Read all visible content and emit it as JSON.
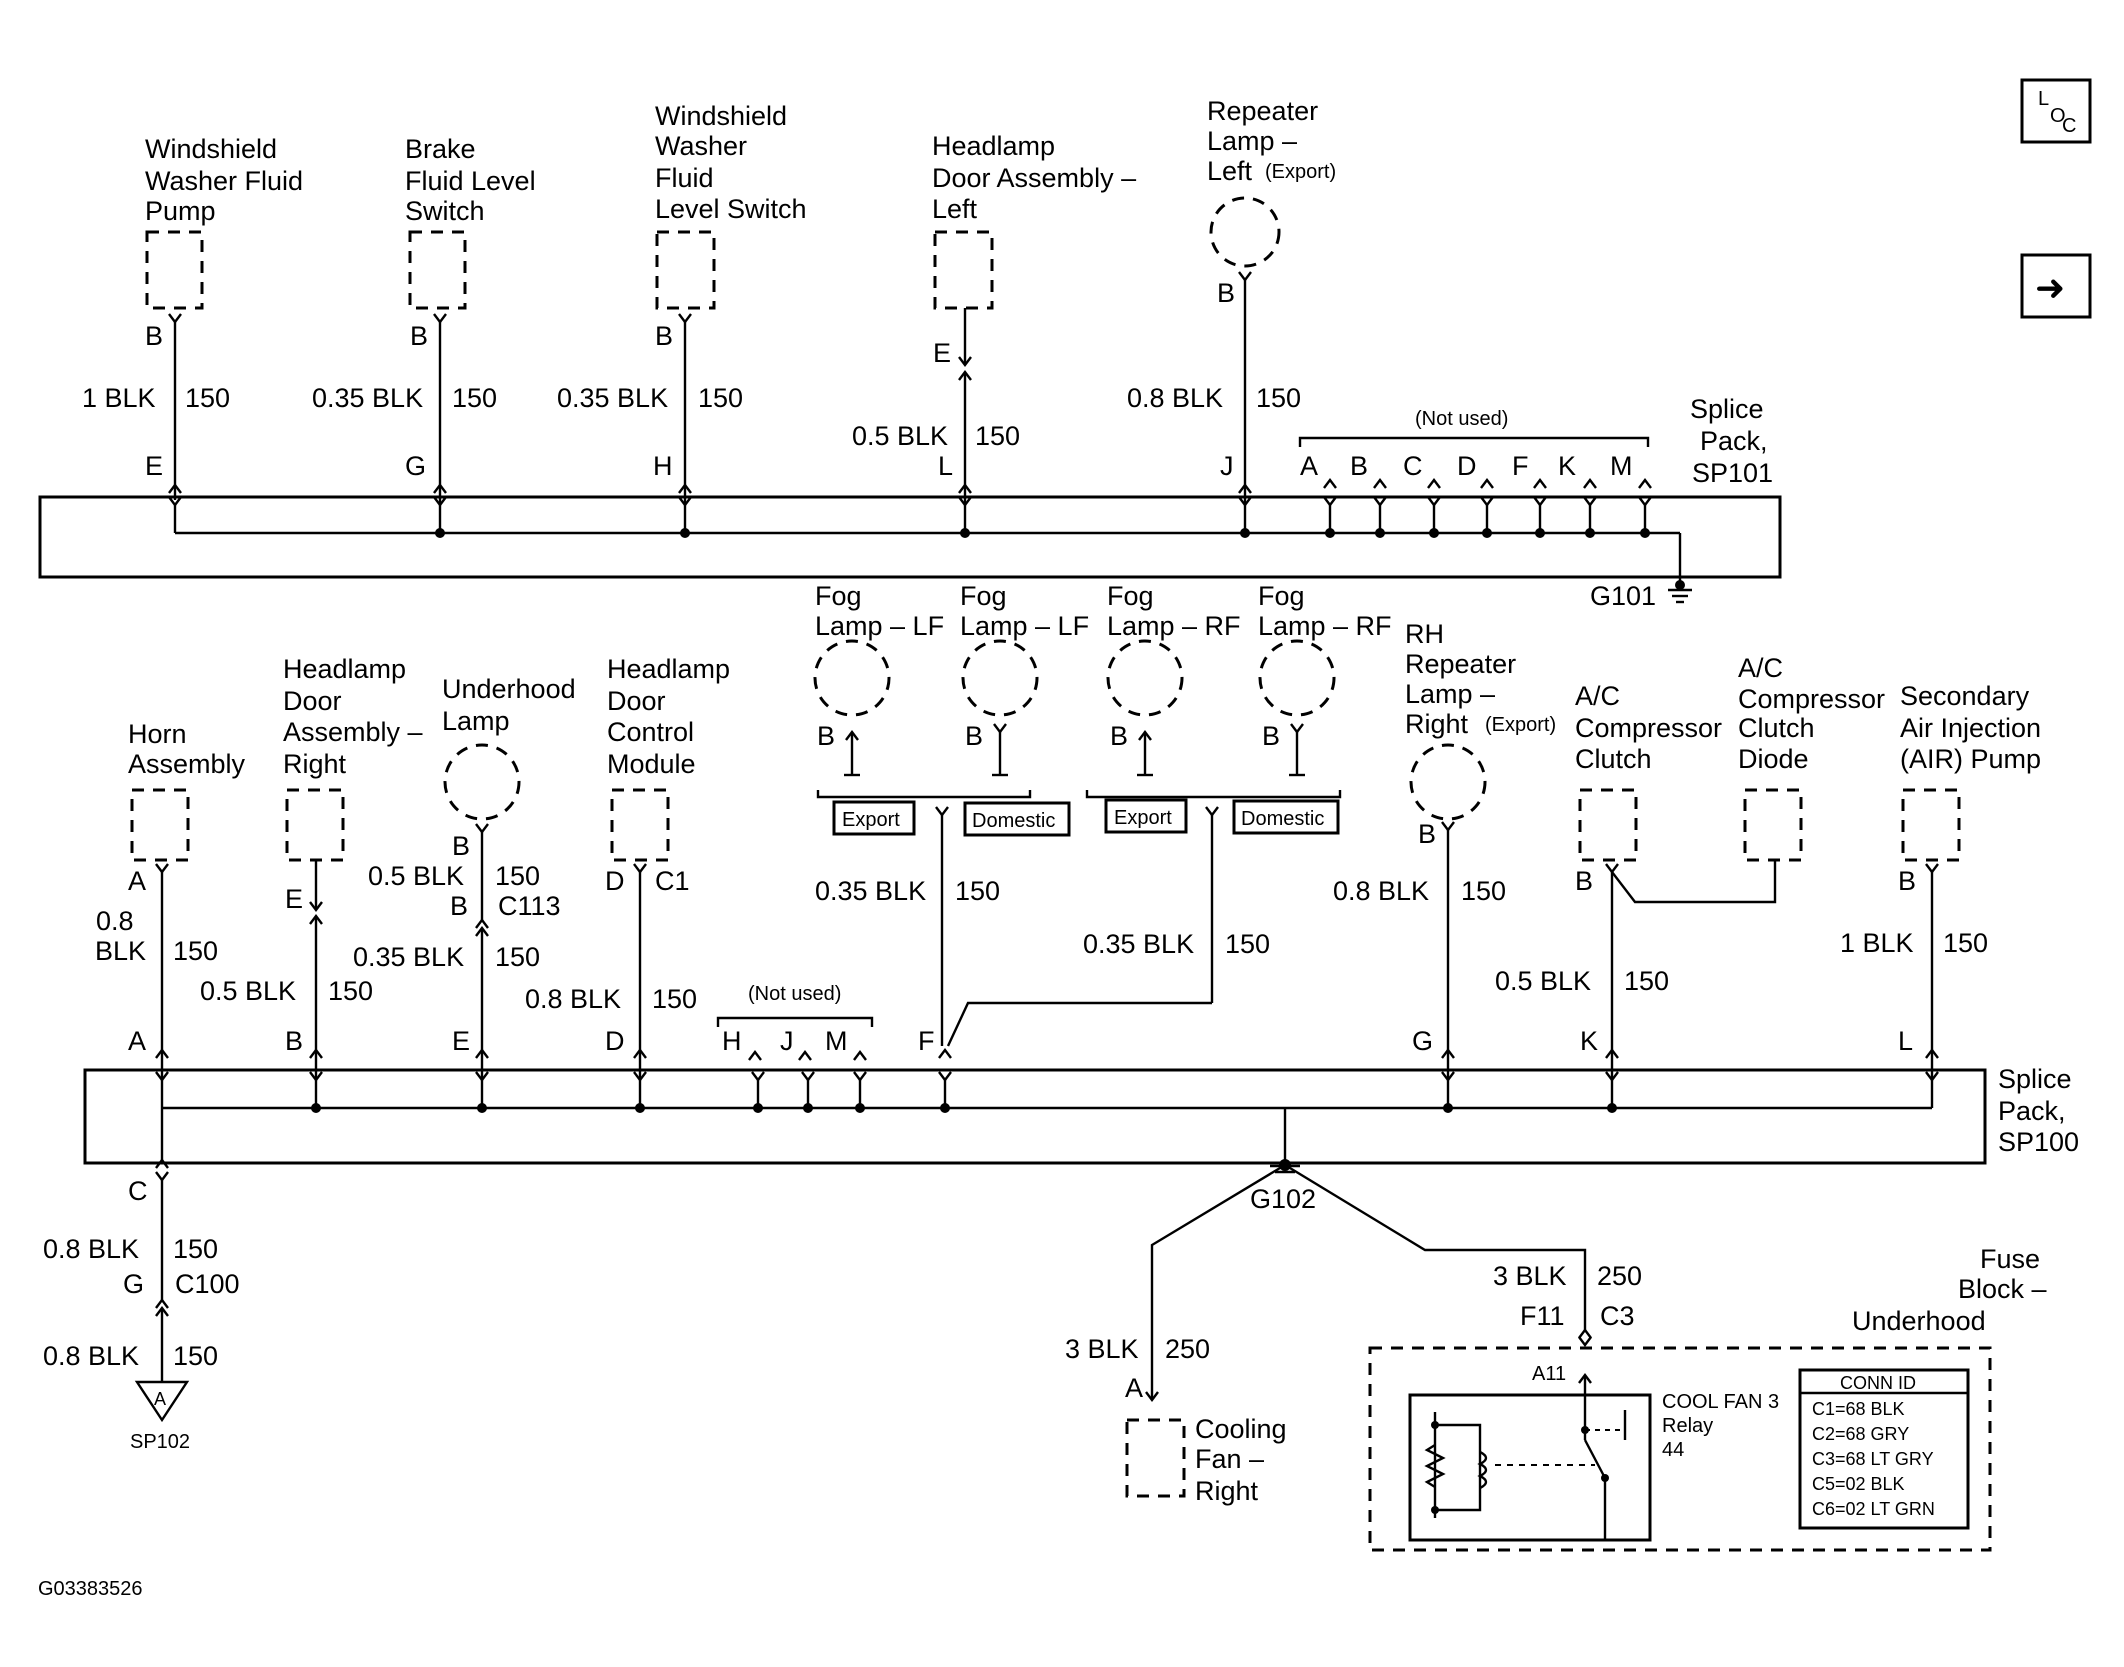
{
  "top_components": {
    "washer_pump": [
      "Windshield",
      "Washer Fluid",
      "Pump"
    ],
    "brake_switch": [
      "Brake",
      "Fluid Level",
      "Switch"
    ],
    "washer_level_switch": [
      "Windshield",
      "Washer",
      "Fluid",
      "Level Switch"
    ],
    "headlamp_door_left": [
      "Headlamp",
      "Door Assembly –",
      "Left"
    ],
    "repeater_left": [
      "Repeater",
      "Lamp –",
      "Left"
    ],
    "export_small": "(Export)"
  },
  "top_wires": {
    "pump": {
      "pin_top": "B",
      "wire": "1 BLK",
      "circuit": "150",
      "pin_bottom": "E"
    },
    "brake": {
      "pin_top": "B",
      "wire": "0.35 BLK",
      "circuit": "150",
      "pin_bottom": "G"
    },
    "washer_level": {
      "pin_top": "B",
      "wire": "0.35 BLK",
      "circuit": "150",
      "pin_bottom": "H"
    },
    "headlamp_left": {
      "pin_top": "E",
      "wire": "0.5 BLK",
      "circuit": "150",
      "pin_bottom": "L"
    },
    "repeater_left": {
      "pin_top": "B",
      "wire": "0.8 BLK",
      "circuit": "150",
      "pin_bottom": "J"
    }
  },
  "sp101": {
    "label": [
      "Splice",
      "Pack,",
      "SP101"
    ],
    "not_used": "(Not used)",
    "unused_pins": [
      "A",
      "B",
      "C",
      "D",
      "F",
      "K",
      "M"
    ],
    "ground": "G101"
  },
  "fog": {
    "labels": [
      [
        "Fog",
        "Lamp – LF"
      ],
      [
        "Fog",
        "Lamp – LF"
      ],
      [
        "Fog",
        "Lamp – RF"
      ],
      [
        "Fog",
        "Lamp – RF"
      ]
    ],
    "pin": "B",
    "export": "Export",
    "domestic": "Domestic",
    "wire_left": "0.35 BLK",
    "circuit_left": "150",
    "wire_right": "0.35 BLK",
    "circuit_right": "150",
    "pin_bottom": "F"
  },
  "bottom_components": {
    "horn": [
      "Horn",
      "Assembly"
    ],
    "headlamp_right": [
      "Headlamp",
      "Door",
      "Assembly –",
      "Right"
    ],
    "underhood_lamp": [
      "Underhood",
      "Lamp"
    ],
    "headlamp_module": [
      "Headlamp",
      "Door",
      "Control",
      "Module"
    ],
    "repeater_right": [
      "RH",
      "Repeater",
      "Lamp –",
      "Right"
    ],
    "ac_clutch": [
      "A/C",
      "Compressor",
      "Clutch"
    ],
    "ac_diode": [
      "A/C",
      "Compressor",
      "Clutch",
      "Diode"
    ],
    "air_pump": [
      "Secondary",
      "Air Injection",
      "(AIR) Pump"
    ],
    "export_small": "(Export)"
  },
  "bottom_wires": {
    "horn": {
      "pin_top": "A",
      "wire_1": "0.8",
      "wire_2": "BLK",
      "circuit": "150",
      "pin_bottom": "A"
    },
    "headlamp_right": {
      "pin_top": "E",
      "wire": "0.5 BLK",
      "circuit": "150",
      "pin_bottom": "B"
    },
    "underhood": {
      "pin_top": "B",
      "wire_a": "0.5 BLK",
      "circuit_a": "150",
      "conn_pin": "B",
      "conn": "C113",
      "wire_b": "0.35 BLK",
      "circuit_b": "150",
      "pin_bottom": "E"
    },
    "module": {
      "pin_top": "D",
      "conn": "C1",
      "wire": "0.8 BLK",
      "circuit": "150",
      "pin_bottom": "D"
    },
    "repeater_right": {
      "pin_top": "B",
      "wire": "0.8 BLK",
      "circuit": "150",
      "pin_bottom": "G"
    },
    "ac_clutch": {
      "pin_top": "B",
      "wire": "0.5 BLK",
      "circuit": "150",
      "pin_bottom": "K"
    },
    "air_pump": {
      "pin_top": "B",
      "wire": "1 BLK",
      "circuit": "150",
      "pin_bottom": "L"
    }
  },
  "sp100": {
    "label": [
      "Splice",
      "Pack,",
      "SP100"
    ],
    "not_used": "(Not used)",
    "unused_pins": [
      "H",
      "J",
      "M"
    ],
    "ground": "G102"
  },
  "lower_left": {
    "pin_c": "C",
    "wire_1": "0.8 BLK",
    "circuit_1": "150",
    "conn_pin": "G",
    "conn": "C100",
    "wire_2": "0.8 BLK",
    "circuit_2": "150",
    "triangle": "A",
    "splice": "SP102"
  },
  "cooling_fan": {
    "wire": "3 BLK",
    "circuit": "250",
    "pin": "A",
    "label": [
      "Cooling",
      "Fan –",
      "Right"
    ]
  },
  "fuse_block": {
    "wire": "3 BLK",
    "circuit": "250",
    "pin": "F11",
    "conn": "C3",
    "label": [
      "Fuse",
      "Block –",
      "Underhood"
    ],
    "a11": "A11",
    "relay_label": [
      "COOL FAN 3",
      "Relay",
      "44"
    ],
    "conn_id_title": "CONN ID",
    "conn_ids": [
      "C1=68 BLK",
      "C2=68 GRY",
      "C3=68 LT GRY",
      "C5=02 BLK",
      "C6=02 LT GRN"
    ]
  },
  "figure_id": "G03383526",
  "nav": {
    "loc_l": "L",
    "loc_o": "O",
    "loc_c": "C",
    "next_arrow": "➜"
  }
}
